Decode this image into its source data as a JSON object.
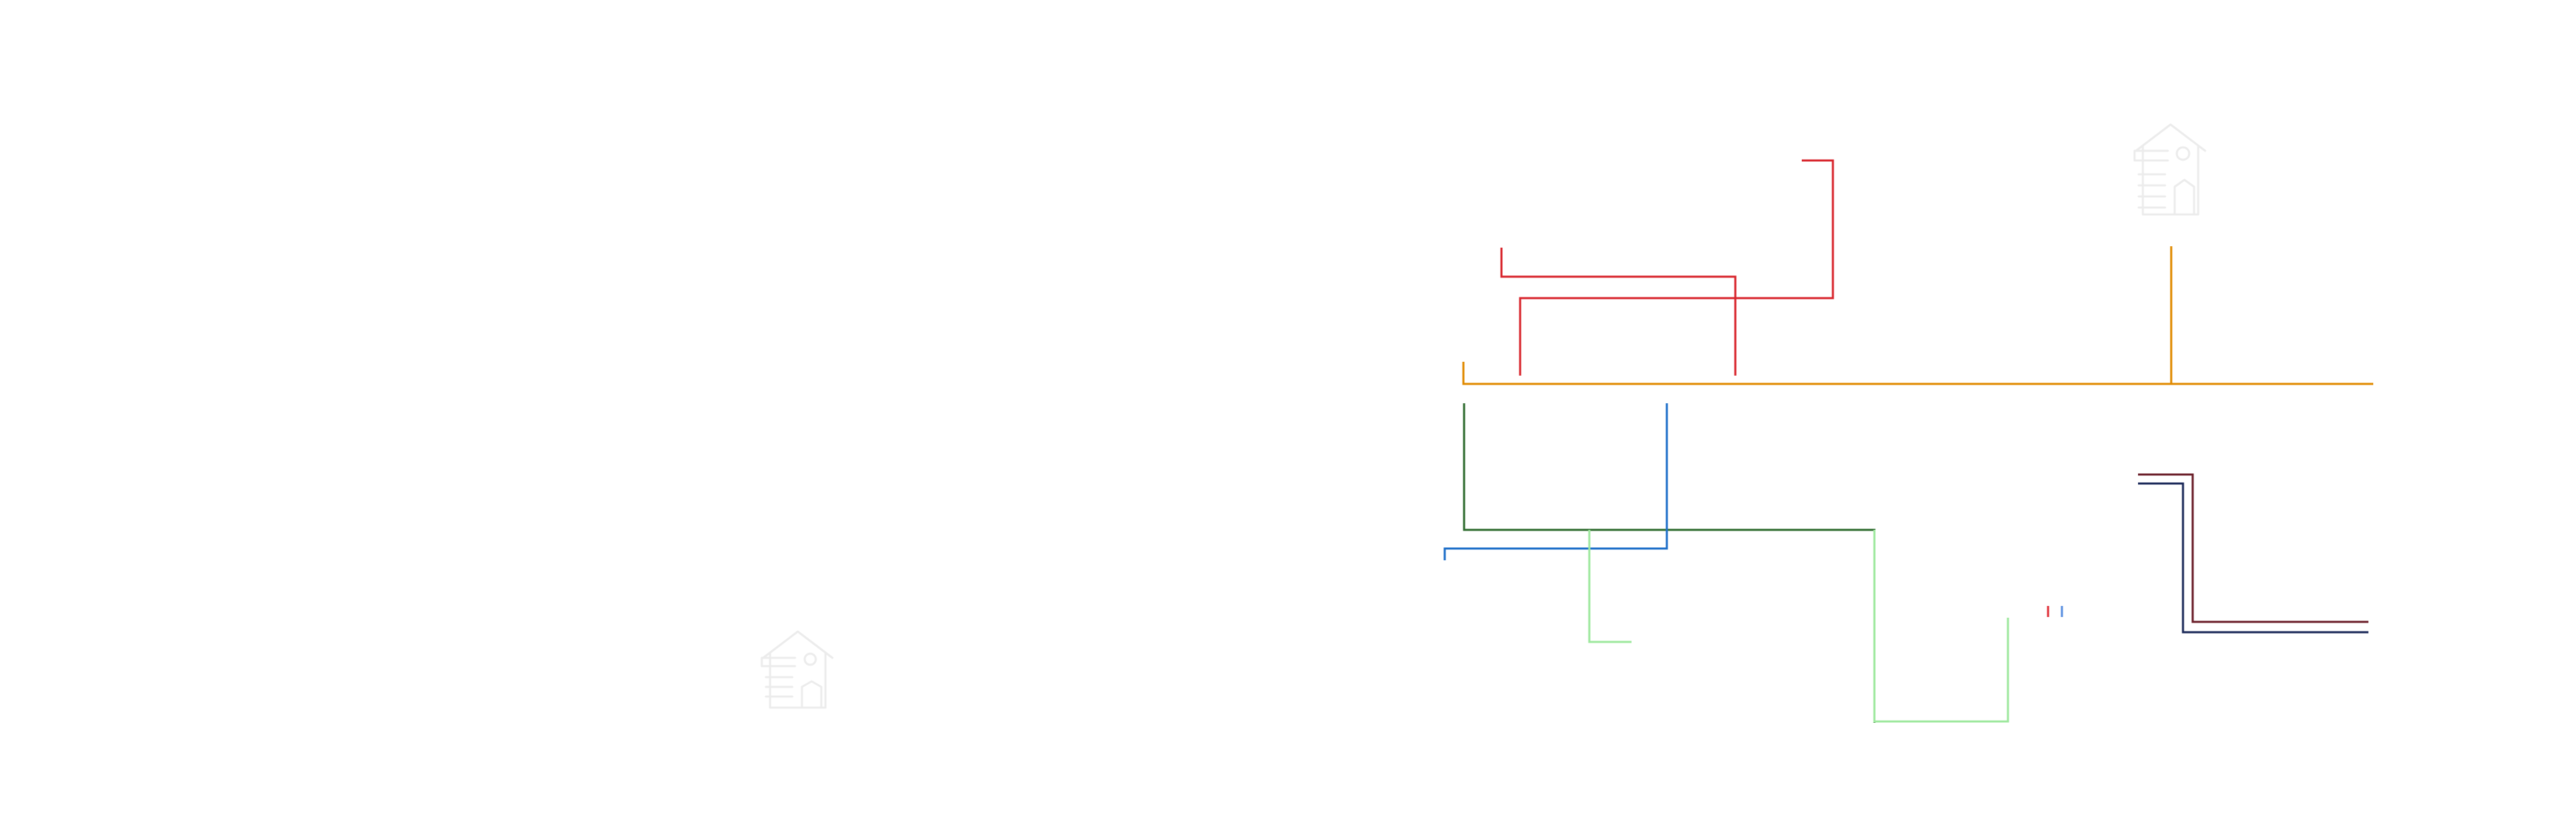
{
  "diagram": {
    "type": "route-line-diagram",
    "background_color": "#ffffff",
    "watermark": {
      "icon": "house-icon",
      "color": "#ececec"
    },
    "routes": [
      {
        "id": "red-route-a",
        "color": "#d8262d"
      },
      {
        "id": "red-route-b",
        "color": "#d8262d"
      },
      {
        "id": "orange-route",
        "color": "#e08a00"
      },
      {
        "id": "dark-green-route",
        "color": "#2e6b2e"
      },
      {
        "id": "blue-route",
        "color": "#1e6fc9"
      },
      {
        "id": "light-green-route-a",
        "color": "#9ee89e"
      },
      {
        "id": "light-green-route-b",
        "color": "#9ee89e"
      },
      {
        "id": "maroon-route",
        "color": "#6b1f2a"
      },
      {
        "id": "navy-route",
        "color": "#1c2a5a"
      },
      {
        "id": "red-marker",
        "color": "#e0303a"
      },
      {
        "id": "blue-marker",
        "color": "#5a8fe0"
      }
    ]
  }
}
